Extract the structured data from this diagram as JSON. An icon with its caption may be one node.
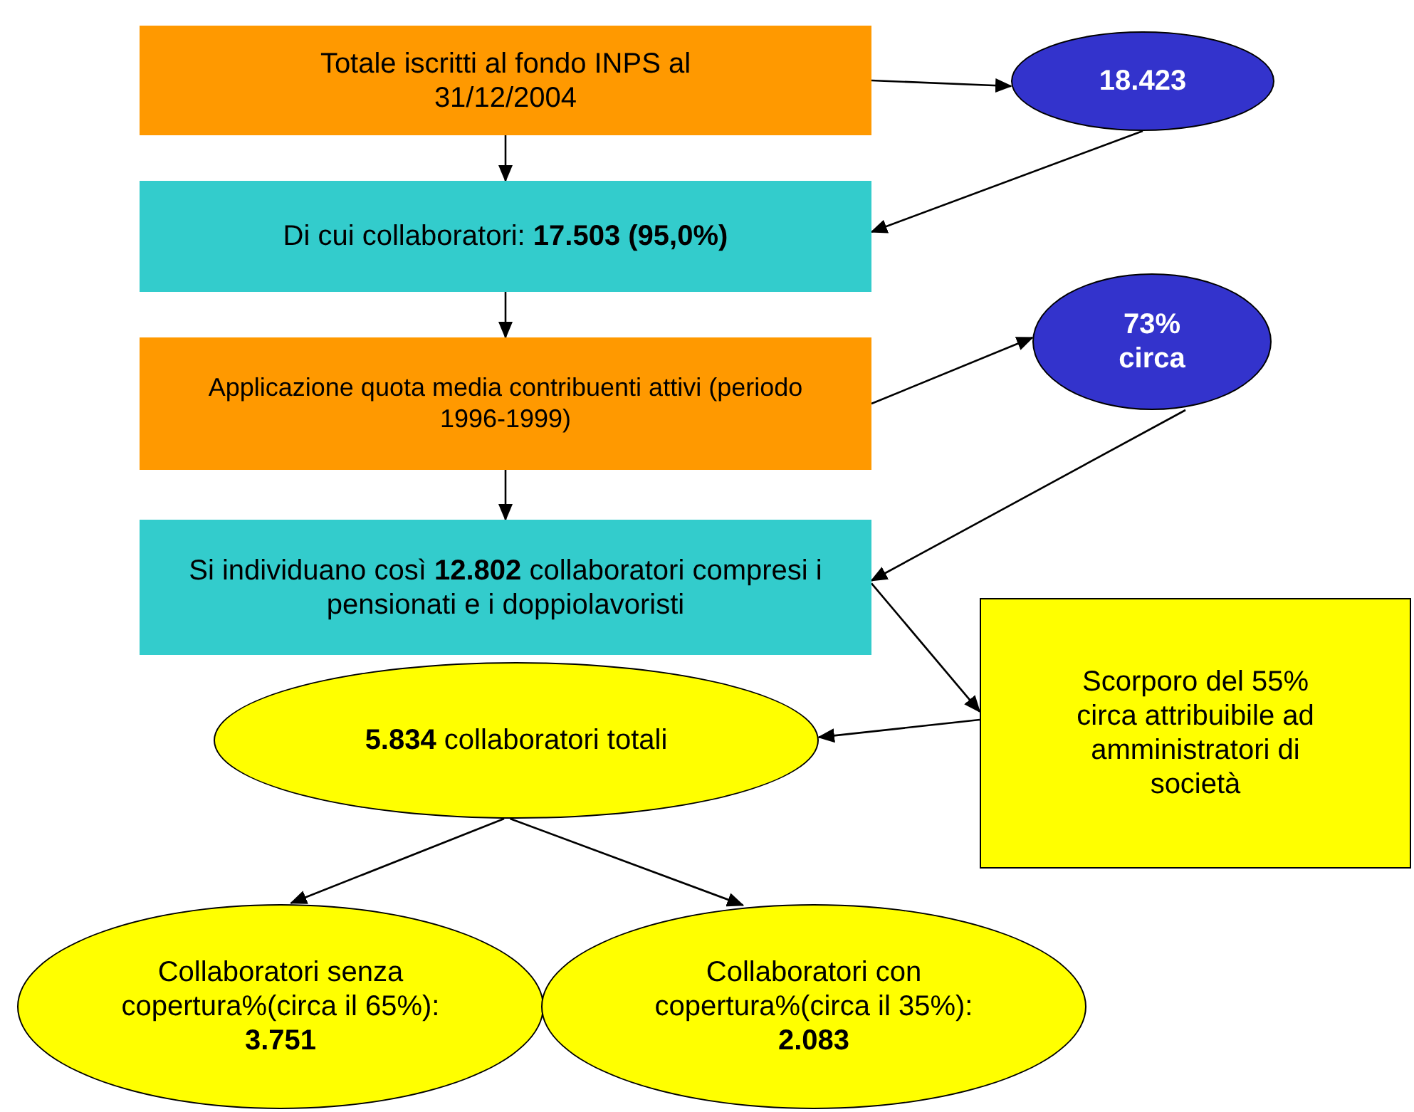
{
  "diagram": {
    "nodes": [
      {
        "text": [
          "Totale iscritti al fondo INPS al 31/12/2004"
        ]
      },
      {
        "text": [
          "18.423"
        ]
      },
      {
        "text": [
          "Di cui collaboratori: **17.503 (95,0%)**"
        ]
      },
      {
        "text": [
          "Applicazione quota media contribuenti attivi (periodo 1996-1999)"
        ]
      },
      {
        "text": [
          "73% circa"
        ]
      },
      {
        "text": [
          "Si individuano così **12.802** collaboratori compresi i pensionati e i doppiolavoristi"
        ]
      },
      {
        "text": [
          "Scorporo del 55% circa attribuibile ad amministratori di società"
        ]
      },
      {
        "text": [
          "**5.834** collaboratori totali"
        ]
      },
      {
        "text": [
          "Collaboratori senza copertura%(circa il 65%): **3.751**"
        ]
      },
      {
        "text": [
          "Collaboratori con copertura%(circa il 35%): **2.083**"
        ]
      }
    ],
    "edges": [
      {
        "from": 0,
        "to": 1,
        "arrow": "to"
      },
      {
        "from": 0,
        "to": 2,
        "arrow": "to"
      },
      {
        "from": 1,
        "to": 2,
        "arrow": "to"
      },
      {
        "from": 2,
        "to": 3,
        "arrow": "to"
      },
      {
        "from": 3,
        "to": 4,
        "arrow": "to"
      },
      {
        "from": 3,
        "to": 5,
        "arrow": "to"
      },
      {
        "from": 4,
        "to": 5,
        "arrow": "to"
      },
      {
        "from": 5,
        "to": 6,
        "arrow": "to"
      },
      {
        "from": 6,
        "to": 7,
        "arrow": "to"
      },
      {
        "from": 7,
        "to": 8,
        "arrow": "to"
      },
      {
        "from": 7,
        "to": 9,
        "arrow": "to"
      }
    ]
  }
}
